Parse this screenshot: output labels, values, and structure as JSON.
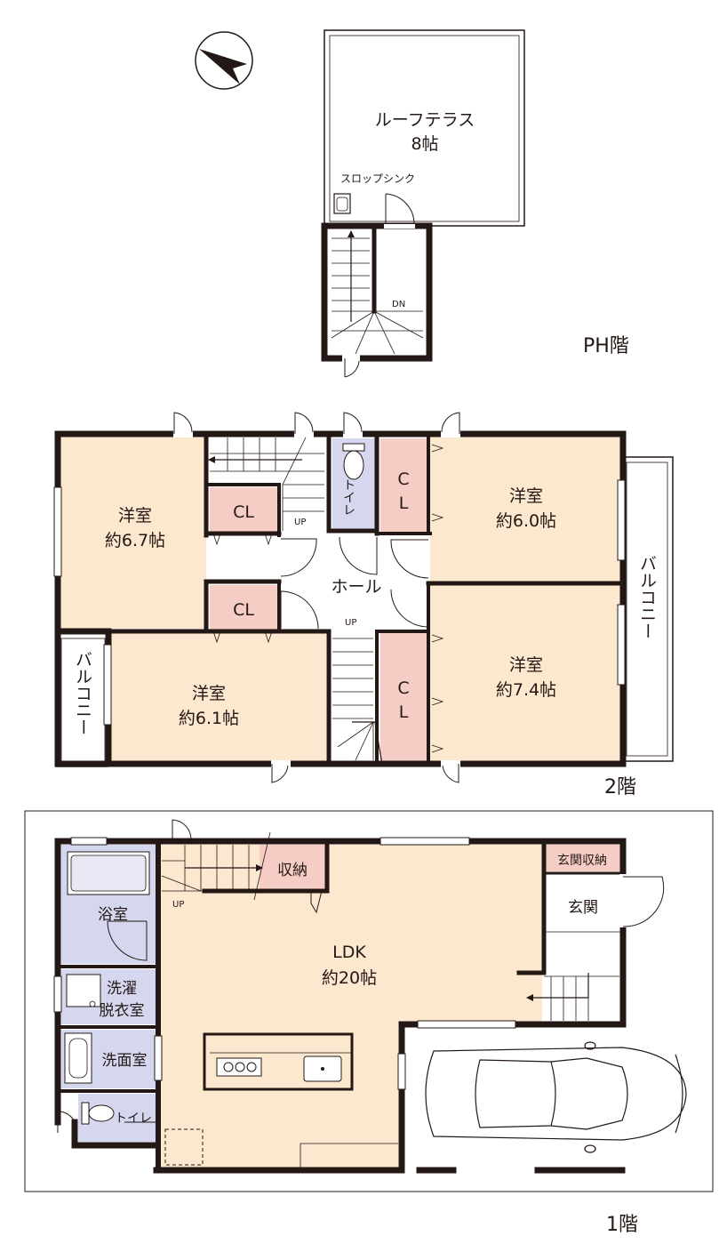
{
  "floors": {
    "ph": "PH階",
    "second": "2階",
    "first": "1階"
  },
  "ph": {
    "roof_terrace": {
      "name": "ルーフテラス",
      "size": "8帖"
    },
    "slop_sink": "スロップシンク",
    "stair_dn": "DN"
  },
  "second": {
    "room_nw": {
      "name": "洋室",
      "size": "約6.7帖"
    },
    "room_ne": {
      "name": "洋室",
      "size": "約6.0帖"
    },
    "room_sw": {
      "name": "洋室",
      "size": "約6.1帖"
    },
    "room_se": {
      "name": "洋室",
      "size": "約7.4帖"
    },
    "closet": "CL",
    "closet_c1": "C",
    "closet_c2": "L",
    "toilet": "トイレ",
    "hall": "ホール",
    "balcony": "バルコニー",
    "stair_up": "UP"
  },
  "first": {
    "ldk": {
      "name": "LDK",
      "size": "約20帖"
    },
    "storage": "収納",
    "entrance_storage": "玄関収納",
    "entrance": "玄関",
    "bath": "浴室",
    "laundry_1": "洗濯",
    "laundry_2": "脱衣室",
    "washroom": "洗面室",
    "toilet": "トイレ",
    "stair_up": "UP"
  },
  "colors": {
    "room": "#fce7cf",
    "closet": "#f6cdc5",
    "wet": "#d5d7ee",
    "wall": "#231815"
  }
}
